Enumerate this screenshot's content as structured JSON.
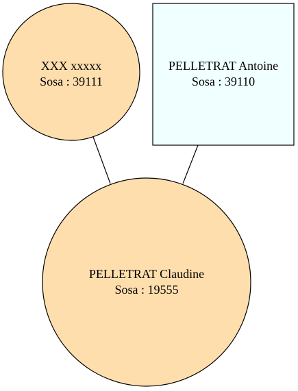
{
  "diagram": {
    "nodes": {
      "mother": {
        "name": "XXX xxxxx",
        "sosa": "Sosa : 39111",
        "shape": "circle",
        "fill": "#FFDEAD"
      },
      "father": {
        "name": "PELLETRAT Antoine",
        "sosa": "Sosa : 39110",
        "shape": "box",
        "fill": "#F0FFFF"
      },
      "child": {
        "name": "PELLETRAT Claudine",
        "sosa": "Sosa : 19555",
        "shape": "circle",
        "fill": "#FFDEAD"
      }
    },
    "edges": [
      {
        "from": "mother",
        "to": "child"
      },
      {
        "from": "father",
        "to": "child"
      }
    ],
    "colors": {
      "stroke": "#000000",
      "background": "#FFFFFF"
    }
  }
}
